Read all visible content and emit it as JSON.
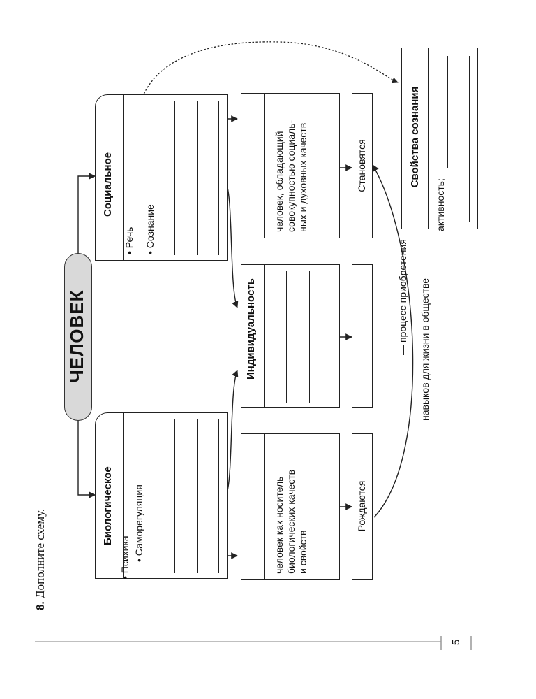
{
  "task": {
    "number": "8.",
    "text": "Дополните схему."
  },
  "center": {
    "title": "ЧЕЛОВЕК"
  },
  "biological": {
    "title": "Биологическое",
    "items": [
      "Психика",
      "Саморегуляция"
    ]
  },
  "social": {
    "title": "Социальное",
    "items": [
      "Речь",
      "Сознание"
    ]
  },
  "individuality": {
    "title": "Индивидуальность"
  },
  "definitions": {
    "bio": [
      "человек как носитель",
      "биологических качеств",
      "и свойств"
    ],
    "social": [
      "человек, обладающий",
      "совокупностью социаль-",
      "ных и духовных качеств"
    ]
  },
  "stages": {
    "born": "Рождаются",
    "become": "Становятся"
  },
  "properties": {
    "title": "Свойства сознания",
    "item": "активность;"
  },
  "arc_label": {
    "line1": "— процесс приобретения",
    "line2": "навыков для жизни в обществе"
  },
  "page_number": "5"
}
